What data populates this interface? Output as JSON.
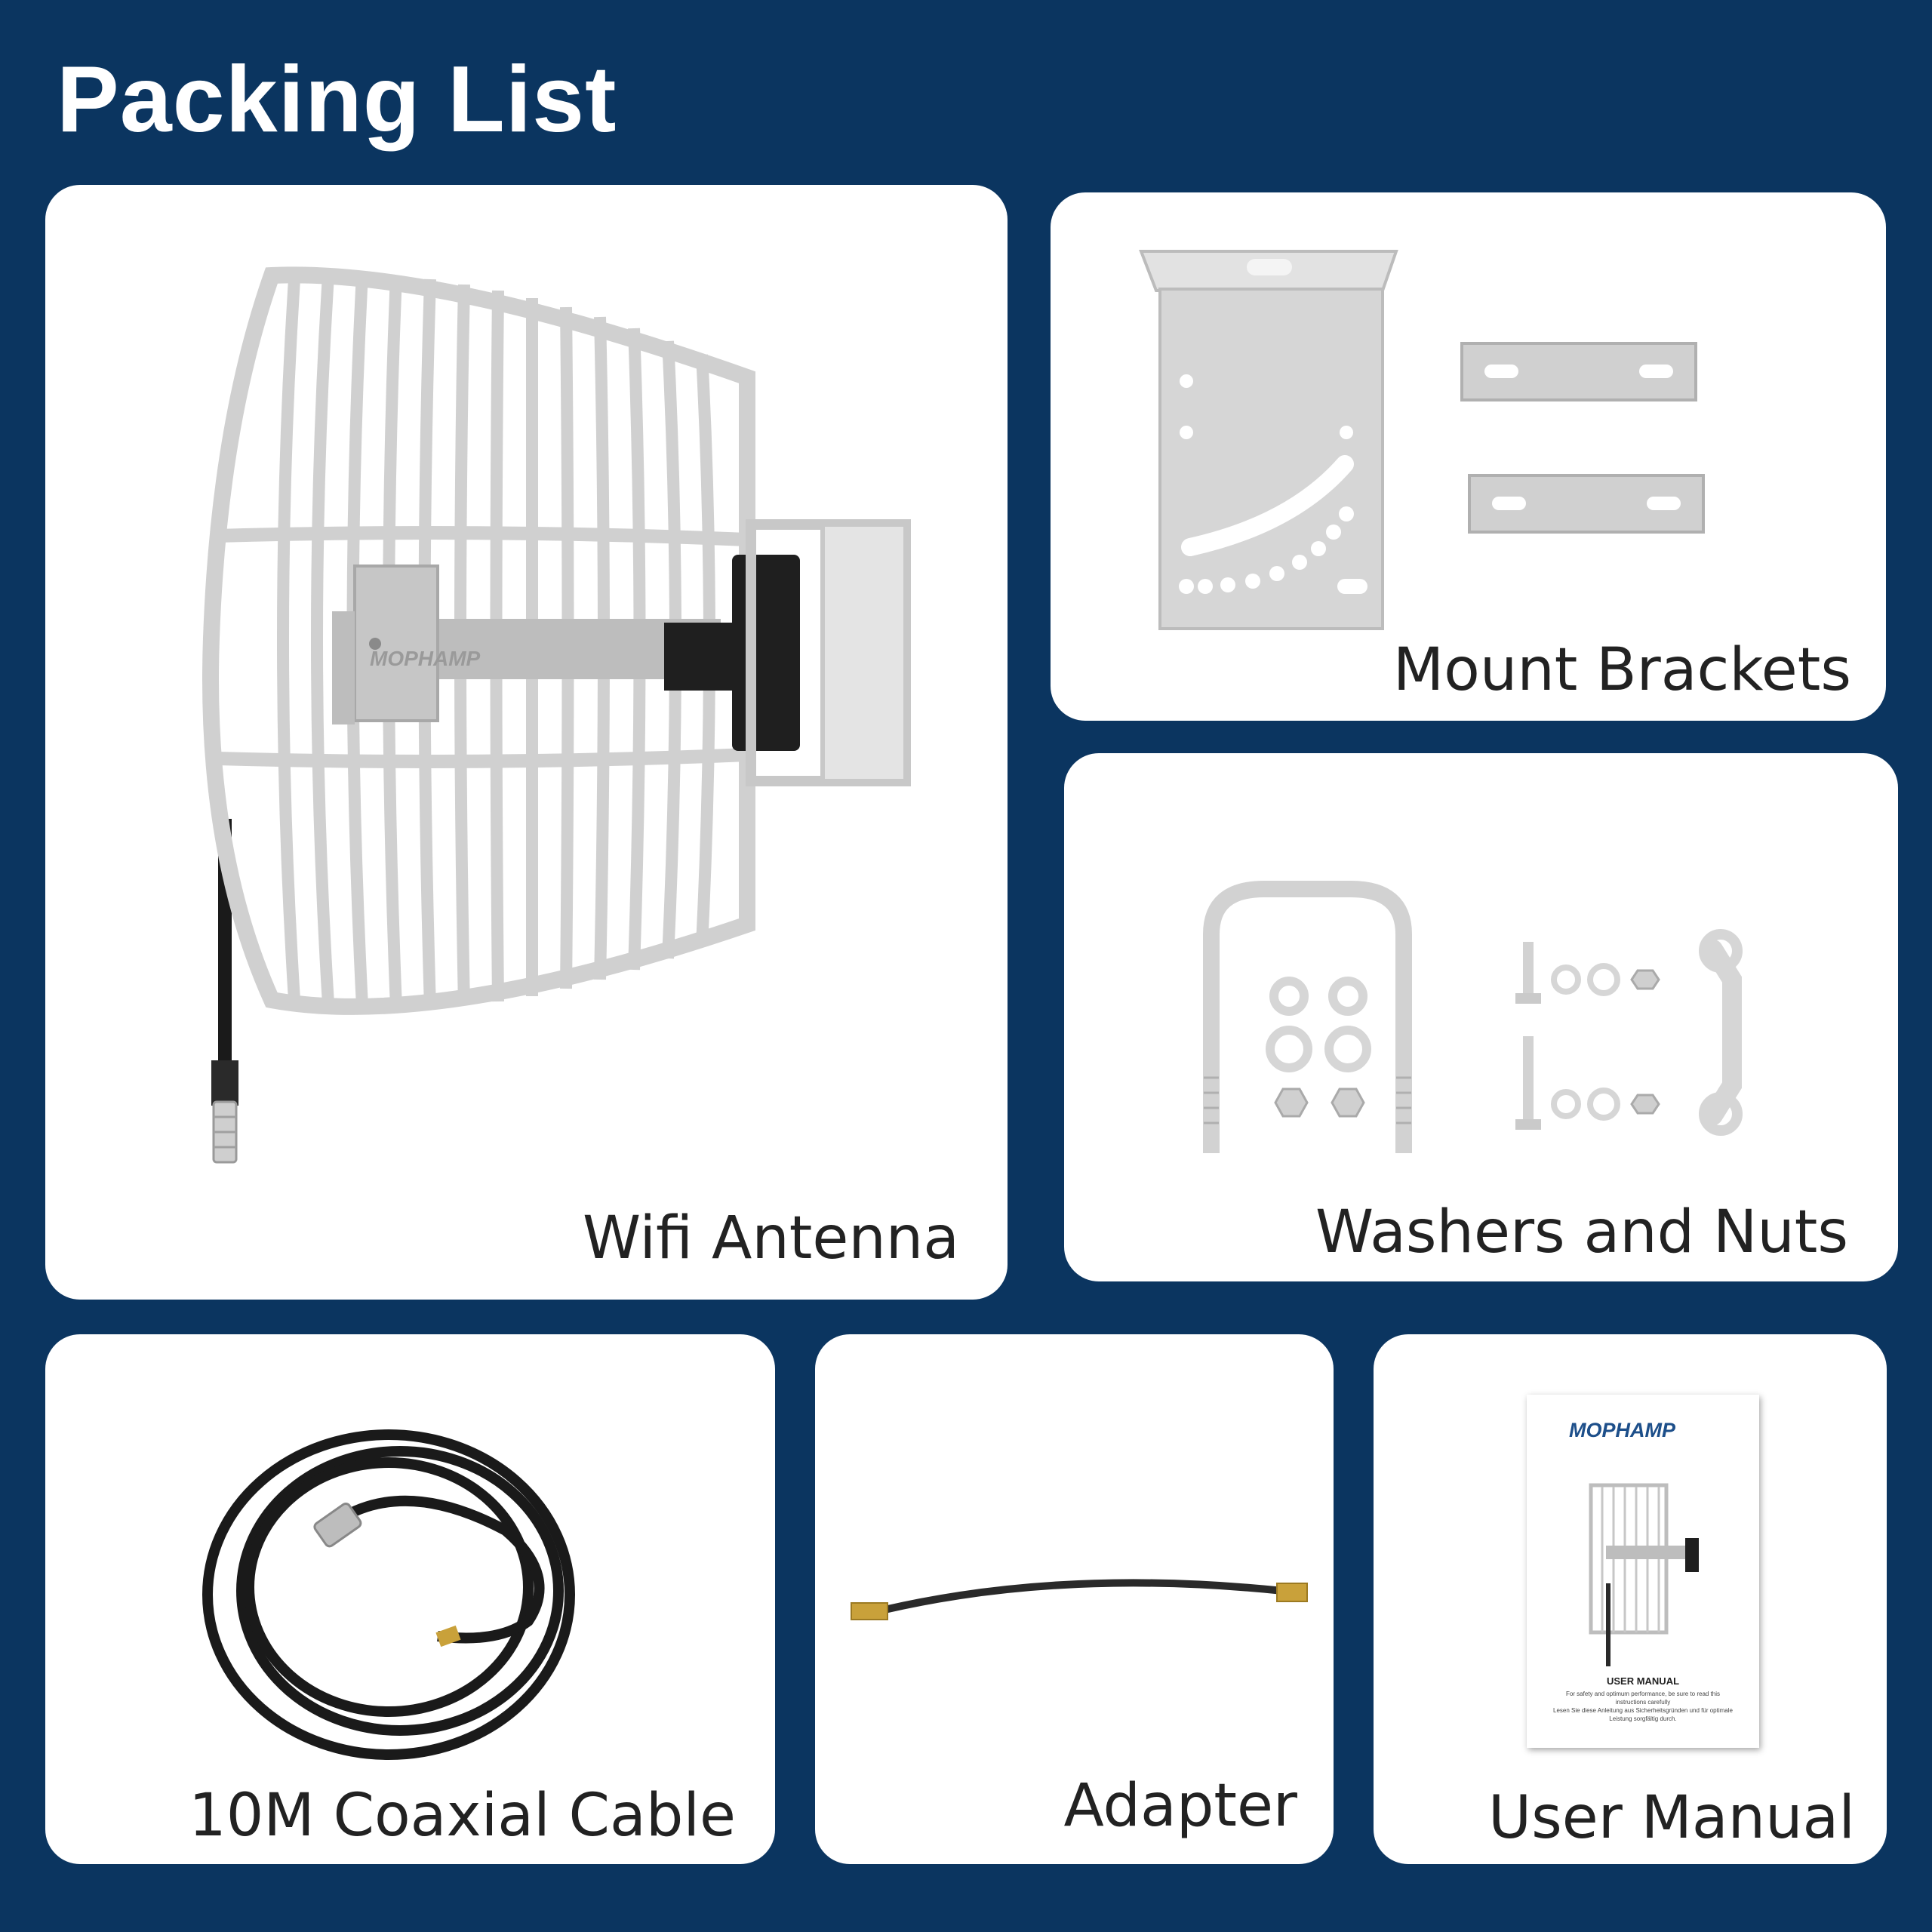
{
  "page": {
    "title": "Packing List"
  },
  "items": [
    {
      "label": "Wifi Antenna"
    },
    {
      "label": "Mount Brackets"
    },
    {
      "label": "Washers and Nuts"
    },
    {
      "label": "10M Coaxial Cable"
    },
    {
      "label": "Adapter"
    },
    {
      "label": "User Manual"
    }
  ],
  "antenna_brand": "MOPHAMP",
  "manual": {
    "brand": "MOPHAMP",
    "heading": "USER MANUAL",
    "note_line1": "For safety and optimum performance, be sure to read this",
    "note_line2": "instructions carefully",
    "note_line3": "Lesen Sie diese Anleitung aus Sicherheitsgründen und für optimale",
    "note_line4": "Leistung sorgfältig durch."
  },
  "colors": {
    "background": "#0b3560",
    "card": "#ffffff",
    "label": "#222222",
    "metal": "#d4d4d4",
    "cable": "#1a1a1a",
    "brand": "#1d4f8a"
  }
}
